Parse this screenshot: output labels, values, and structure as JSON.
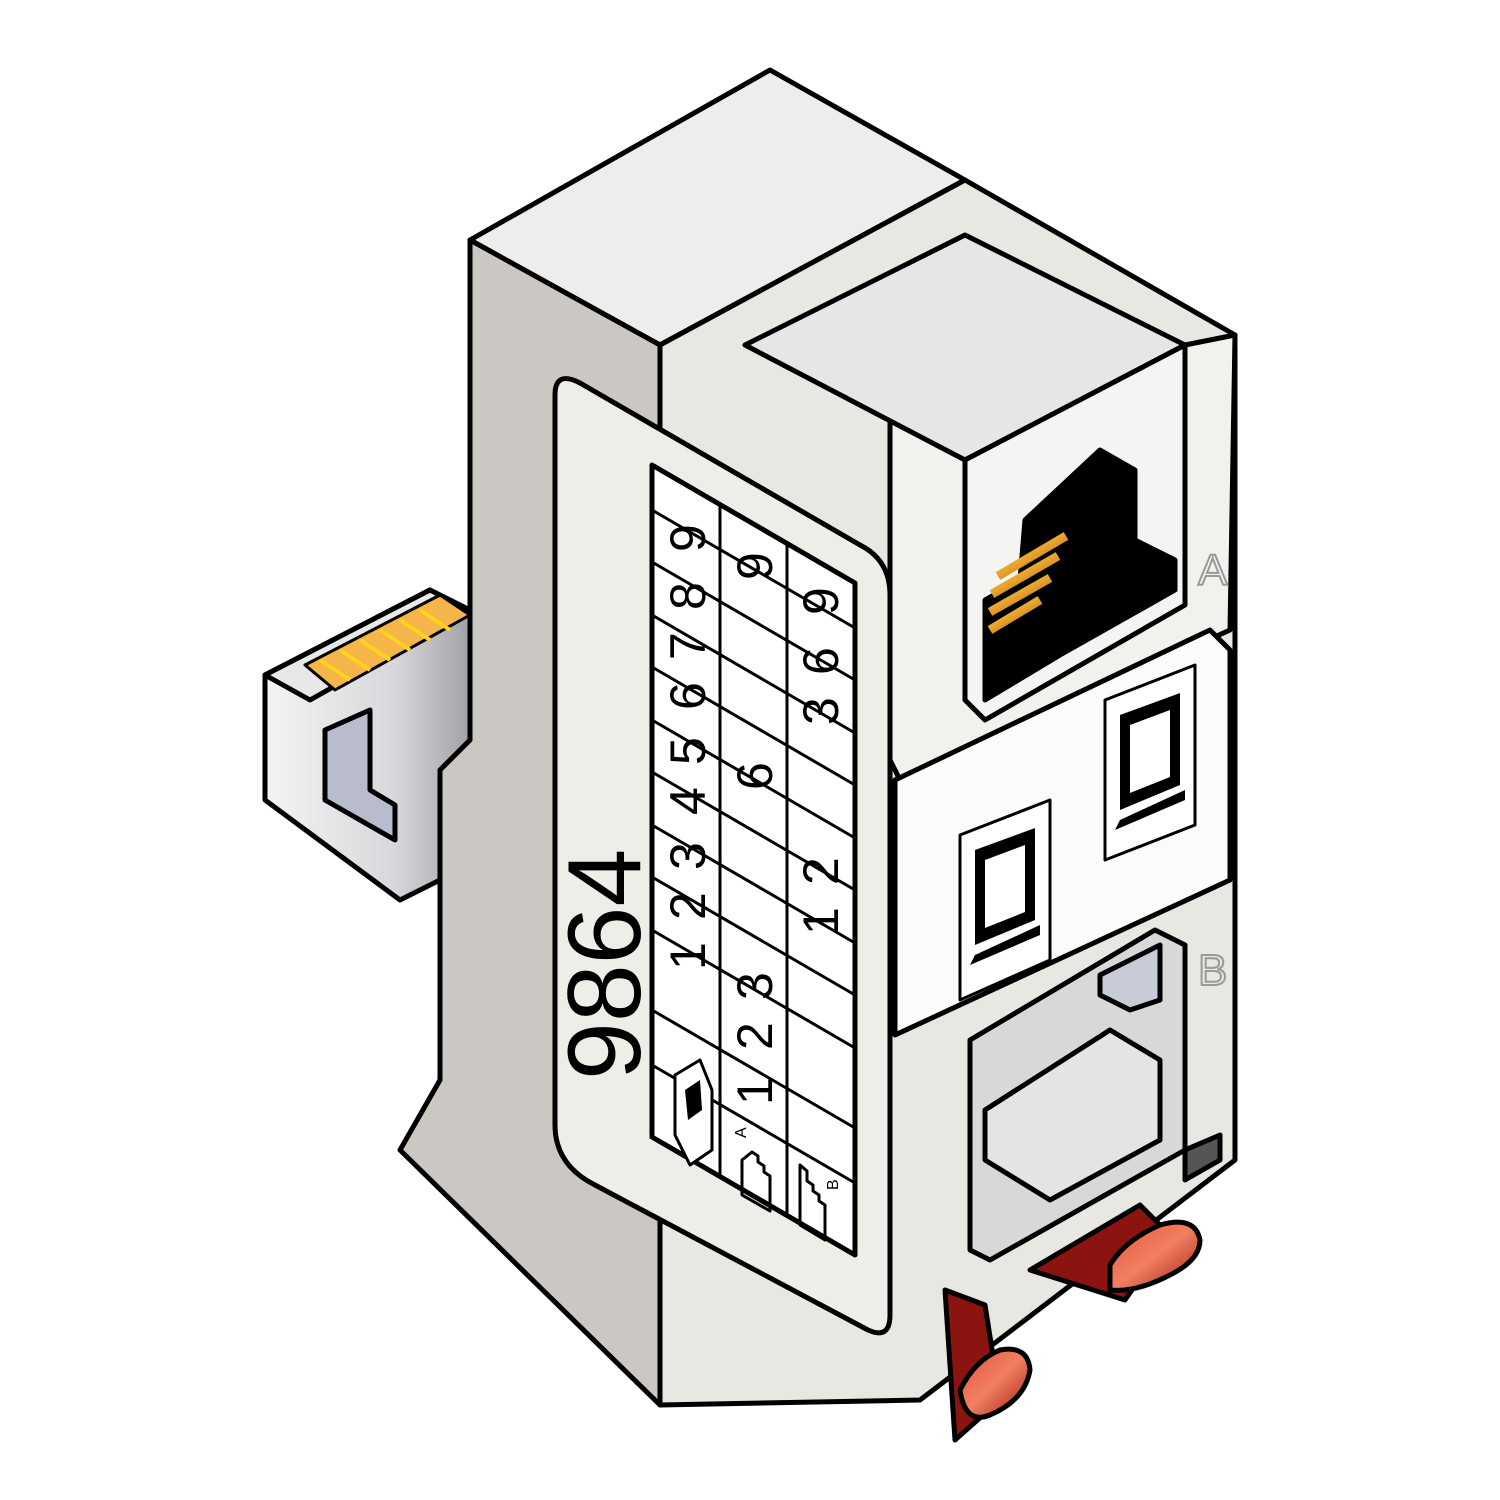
{
  "illustration": {
    "subject": "RJ45 splitter adapter",
    "model_number": "9864",
    "ports": [
      {
        "label": "A",
        "icon": "computer-icon"
      },
      {
        "label": "B",
        "icon": "computer-icon"
      }
    ],
    "pin_table": {
      "rows": [
        {
          "icon": "rj45-plug-icon",
          "sub_label": "",
          "cells": [
            "1",
            "2",
            "3",
            "4",
            "5",
            "6",
            "7",
            "8",
            "9"
          ]
        },
        {
          "icon": "rj45-jack-icon",
          "sub_label": "A",
          "cells": [
            "1",
            "2",
            "3",
            "",
            "6",
            "",
            "",
            "9"
          ]
        },
        {
          "icon": "rj45-jack-icon",
          "sub_label": "B",
          "cells": [
            "",
            "",
            "1",
            "2",
            "",
            "3",
            "6",
            "9"
          ]
        }
      ]
    },
    "colors": {
      "body": "#e9e7e2",
      "body_shade": "#cbc8c4",
      "label": "#efede8",
      "dark_band": "#3c3c3c",
      "contacts": "#f5b54a",
      "clips": "#c0251b",
      "clip_dark": "#8c1410",
      "outline": "#000000"
    }
  }
}
